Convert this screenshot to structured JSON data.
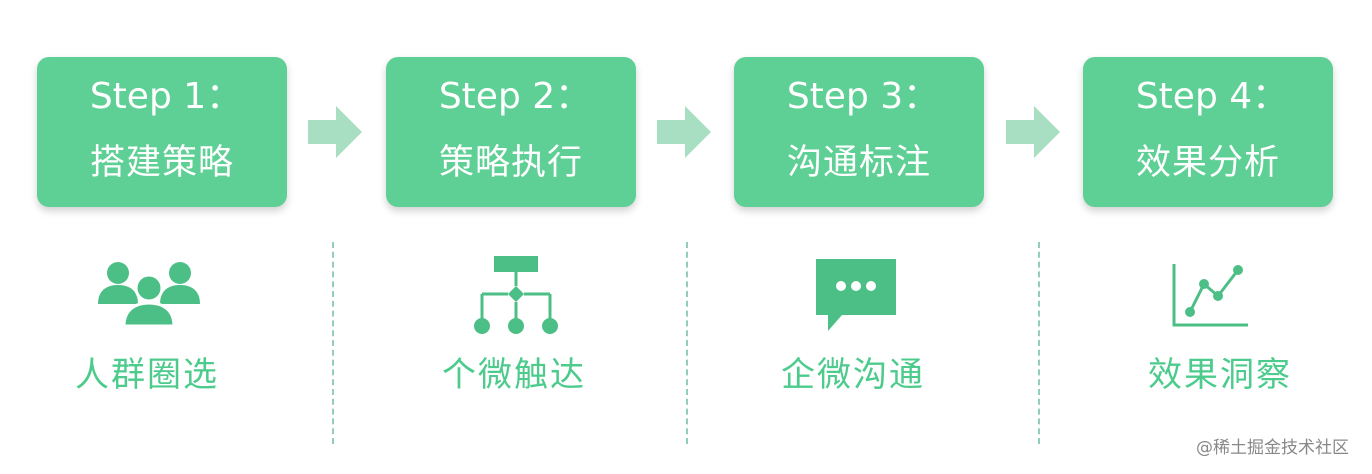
{
  "steps": [
    {
      "title": "Step 1：",
      "name": "搭建策略",
      "icon": "people-group-icon",
      "label": "人群圈选"
    },
    {
      "title": "Step 2：",
      "name": "策略执行",
      "icon": "hierarchy-tree-icon",
      "label": "个微触达"
    },
    {
      "title": "Step 3：",
      "name": "沟通标注",
      "icon": "chat-bubble-icon",
      "label": "企微沟通"
    },
    {
      "title": "Step 4：",
      "name": "效果分析",
      "icon": "line-chart-icon",
      "label": "效果洞察"
    }
  ],
  "colors": {
    "box": "#5ecf95",
    "label": "#4ccb8c",
    "icon": "#4cbf86",
    "arrow": "#a8dfc2"
  },
  "credit": "@稀土掘金技术社区"
}
